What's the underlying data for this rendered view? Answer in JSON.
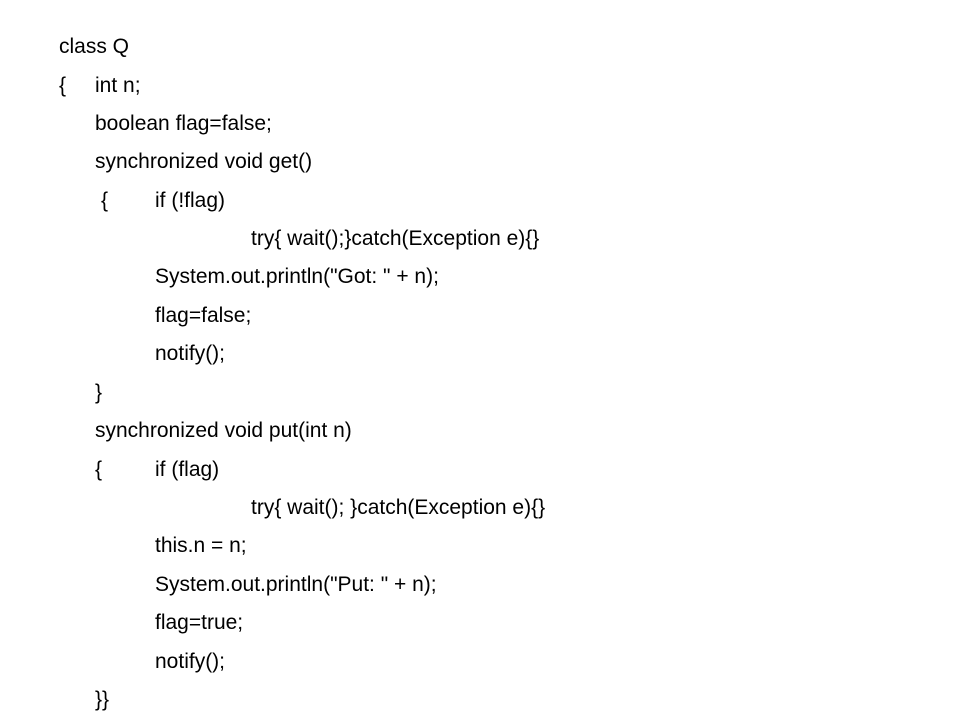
{
  "code": {
    "lines": [
      {
        "segments": [
          "class Q"
        ]
      },
      {
        "segments": [
          "{",
          "int n;"
        ]
      },
      {
        "segments": [
          "boolean flag=false;"
        ]
      },
      {
        "segments": [
          "synchronized void get()"
        ]
      },
      {
        "segments": [
          "{",
          "if (!flag)"
        ]
      },
      {
        "segments": [
          "try{ wait();}catch(Exception e){}"
        ]
      },
      {
        "segments": [
          "System.out.println(\"Got: \" + n);"
        ]
      },
      {
        "segments": [
          "flag=false;"
        ]
      },
      {
        "segments": [
          "notify();"
        ]
      },
      {
        "segments": [
          "}"
        ]
      },
      {
        "segments": [
          "synchronized void put(int n)"
        ]
      },
      {
        "segments": [
          "{",
          "if (flag)"
        ]
      },
      {
        "segments": [
          "try{ wait(); }catch(Exception e){}"
        ]
      },
      {
        "segments": [
          "this.n = n;"
        ]
      },
      {
        "segments": [
          "System.out.println(\"Put: \" + n);"
        ]
      },
      {
        "segments": [
          "flag=true;"
        ]
      },
      {
        "segments": [
          "notify();"
        ]
      },
      {
        "segments": [
          "}}"
        ]
      }
    ]
  }
}
